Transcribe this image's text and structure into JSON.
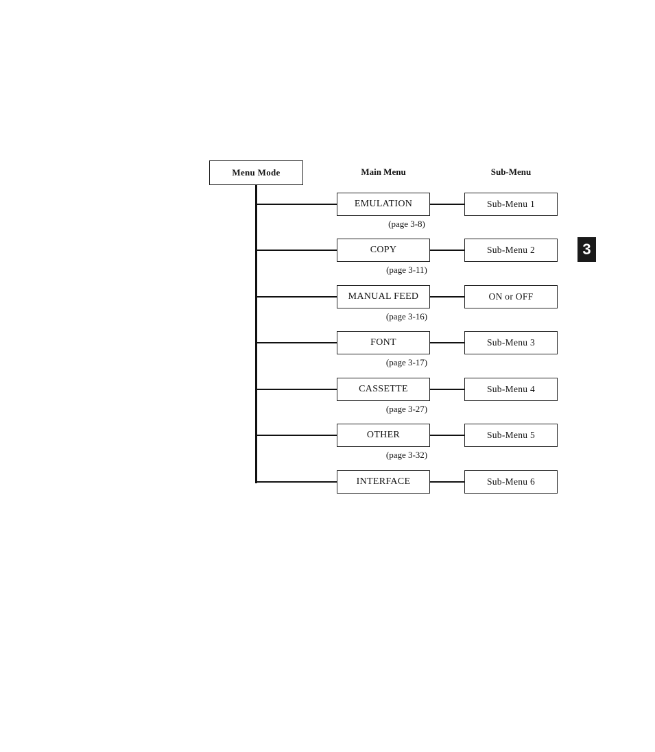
{
  "root": {
    "label": "Menu Mode"
  },
  "headers": {
    "main": "Main Menu",
    "sub": "Sub-Menu"
  },
  "items": [
    {
      "main": "EMULATION",
      "page": "(page 3-8)",
      "sub": "Sub-Menu 1"
    },
    {
      "main": "COPY",
      "page": "(page 3-11)",
      "sub": "Sub-Menu 2"
    },
    {
      "main": "MANUAL FEED",
      "page": "(page 3-16)",
      "sub": "ON or OFF"
    },
    {
      "main": "FONT",
      "page": "(page 3-17)",
      "sub": "Sub-Menu 3"
    },
    {
      "main": "CASSETTE",
      "page": "(page 3-27)",
      "sub": "Sub-Menu 4"
    },
    {
      "main": "OTHER",
      "page": "(page 3-32)",
      "sub": "Sub-Menu 5"
    },
    {
      "main": "INTERFACE",
      "page": "",
      "sub": "Sub-Menu 6"
    }
  ],
  "tab": {
    "label": "3"
  }
}
